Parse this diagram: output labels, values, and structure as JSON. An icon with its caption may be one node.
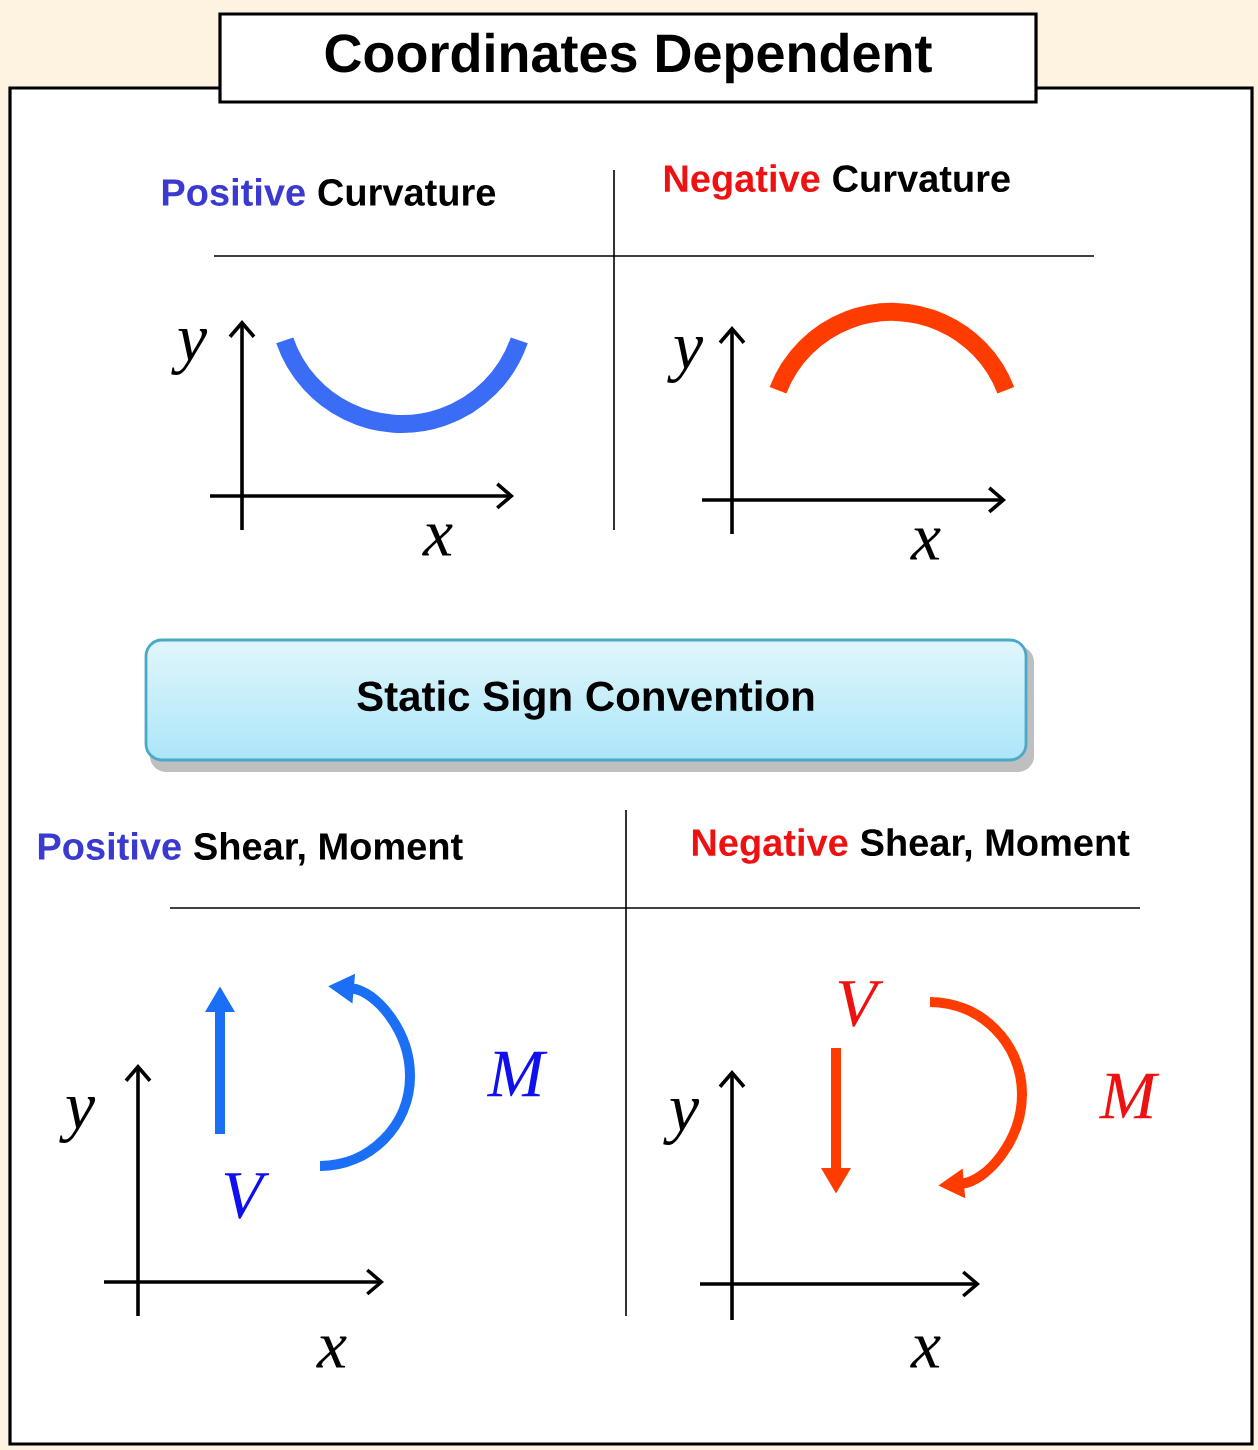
{
  "diagram": {
    "nodes": [
      {
        "text": [
          "Coordinates Dependent"
        ]
      },
      {
        "text": [
          "Static Sign Convention"
        ]
      }
    ],
    "labels": [
      "Positive",
      "Curvature",
      "Negative",
      "Curvature",
      "y",
      "x",
      "y",
      "x",
      "Positive",
      "Shear, Moment",
      "Negative",
      "Shear, Moment",
      "V",
      "M",
      "y",
      "x",
      "V",
      "M",
      "y",
      "x"
    ]
  }
}
